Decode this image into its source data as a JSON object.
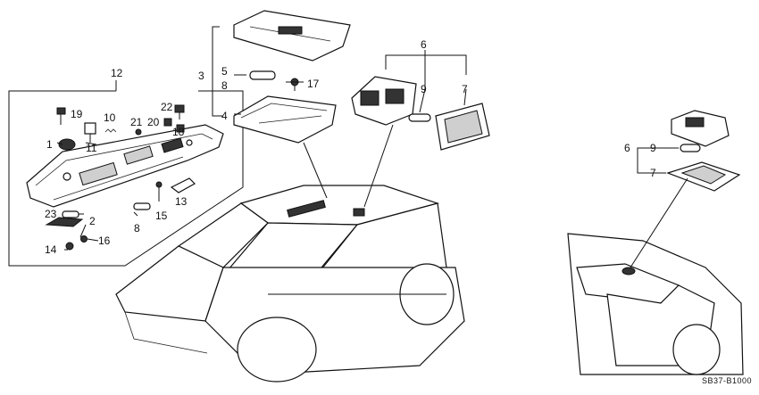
{
  "diagram_code": "SB37-B1000",
  "callouts": {
    "c1": "1",
    "c2": "2",
    "c3": "3",
    "c4": "4",
    "c5": "5",
    "c6a": "6",
    "c6b": "6",
    "c7a": "7",
    "c7b": "7",
    "c8a": "8",
    "c8b": "8",
    "c9a": "9",
    "c9b": "9",
    "c10": "10",
    "c11": "11",
    "c12": "12",
    "c13": "13",
    "c14": "14",
    "c15": "15",
    "c16": "16",
    "c17": "17",
    "c18": "18",
    "c19": "19",
    "c20": "20",
    "c21": "21",
    "c22": "22",
    "c23": "23"
  }
}
